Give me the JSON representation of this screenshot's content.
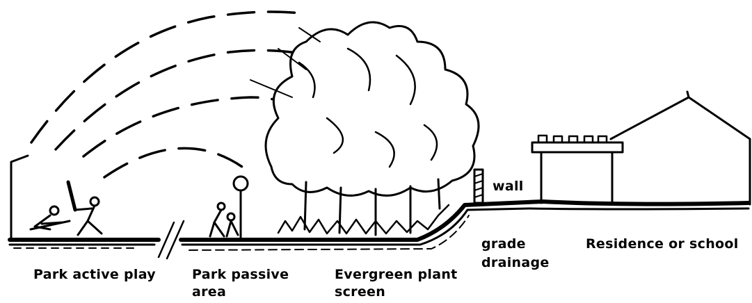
{
  "labels": {
    "park_active_play": "Park active play",
    "park_passive_line1": "Park passive",
    "park_passive_line2": "area",
    "evergreen_line1": "Evergreen plant",
    "evergreen_line2": "screen",
    "grade": "grade",
    "drainage": "drainage",
    "residence": "Residence or school",
    "wall": "wall"
  }
}
